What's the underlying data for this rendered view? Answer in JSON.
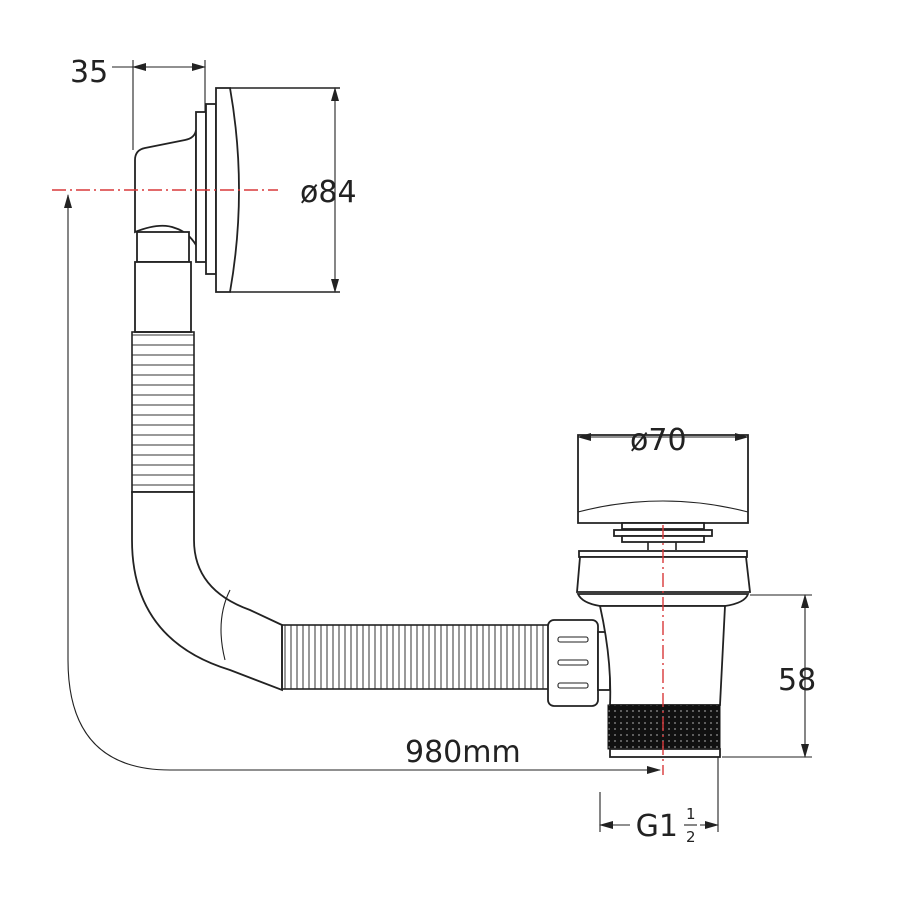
{
  "title": "Bath waste and overflow dimension drawing",
  "dimensions": {
    "overflow_depth": "35",
    "overflow_diameter": "ø84",
    "plug_diameter": "ø70",
    "waste_height": "58",
    "pipe_length": "980mm",
    "thread_prefix": "G1",
    "thread_numerator": "1",
    "thread_denominator": "2"
  },
  "colors": {
    "line": "#222222",
    "centerline": "#d9383a"
  }
}
